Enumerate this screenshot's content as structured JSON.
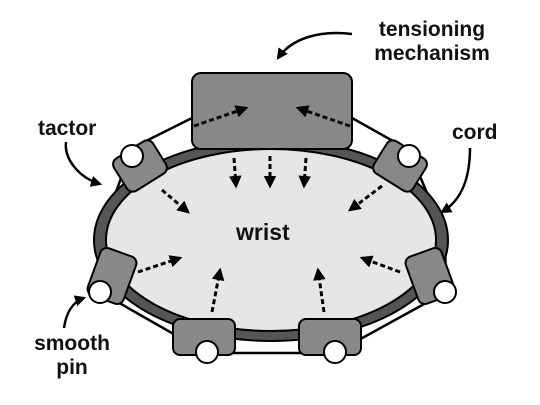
{
  "labels": {
    "tensioning_line1": "tensioning",
    "tensioning_line2": "mechanism",
    "tactor": "tactor",
    "cord": "cord",
    "smooth_line1": "smooth",
    "smooth_line2": "pin",
    "wrist": "wrist"
  },
  "colors": {
    "wrist_fill": "#e6e6e6",
    "band": "#555555",
    "tactor_fill": "#888888",
    "tension_fill": "#888888",
    "pin_fill": "#ffffff",
    "stroke": "#000000"
  }
}
